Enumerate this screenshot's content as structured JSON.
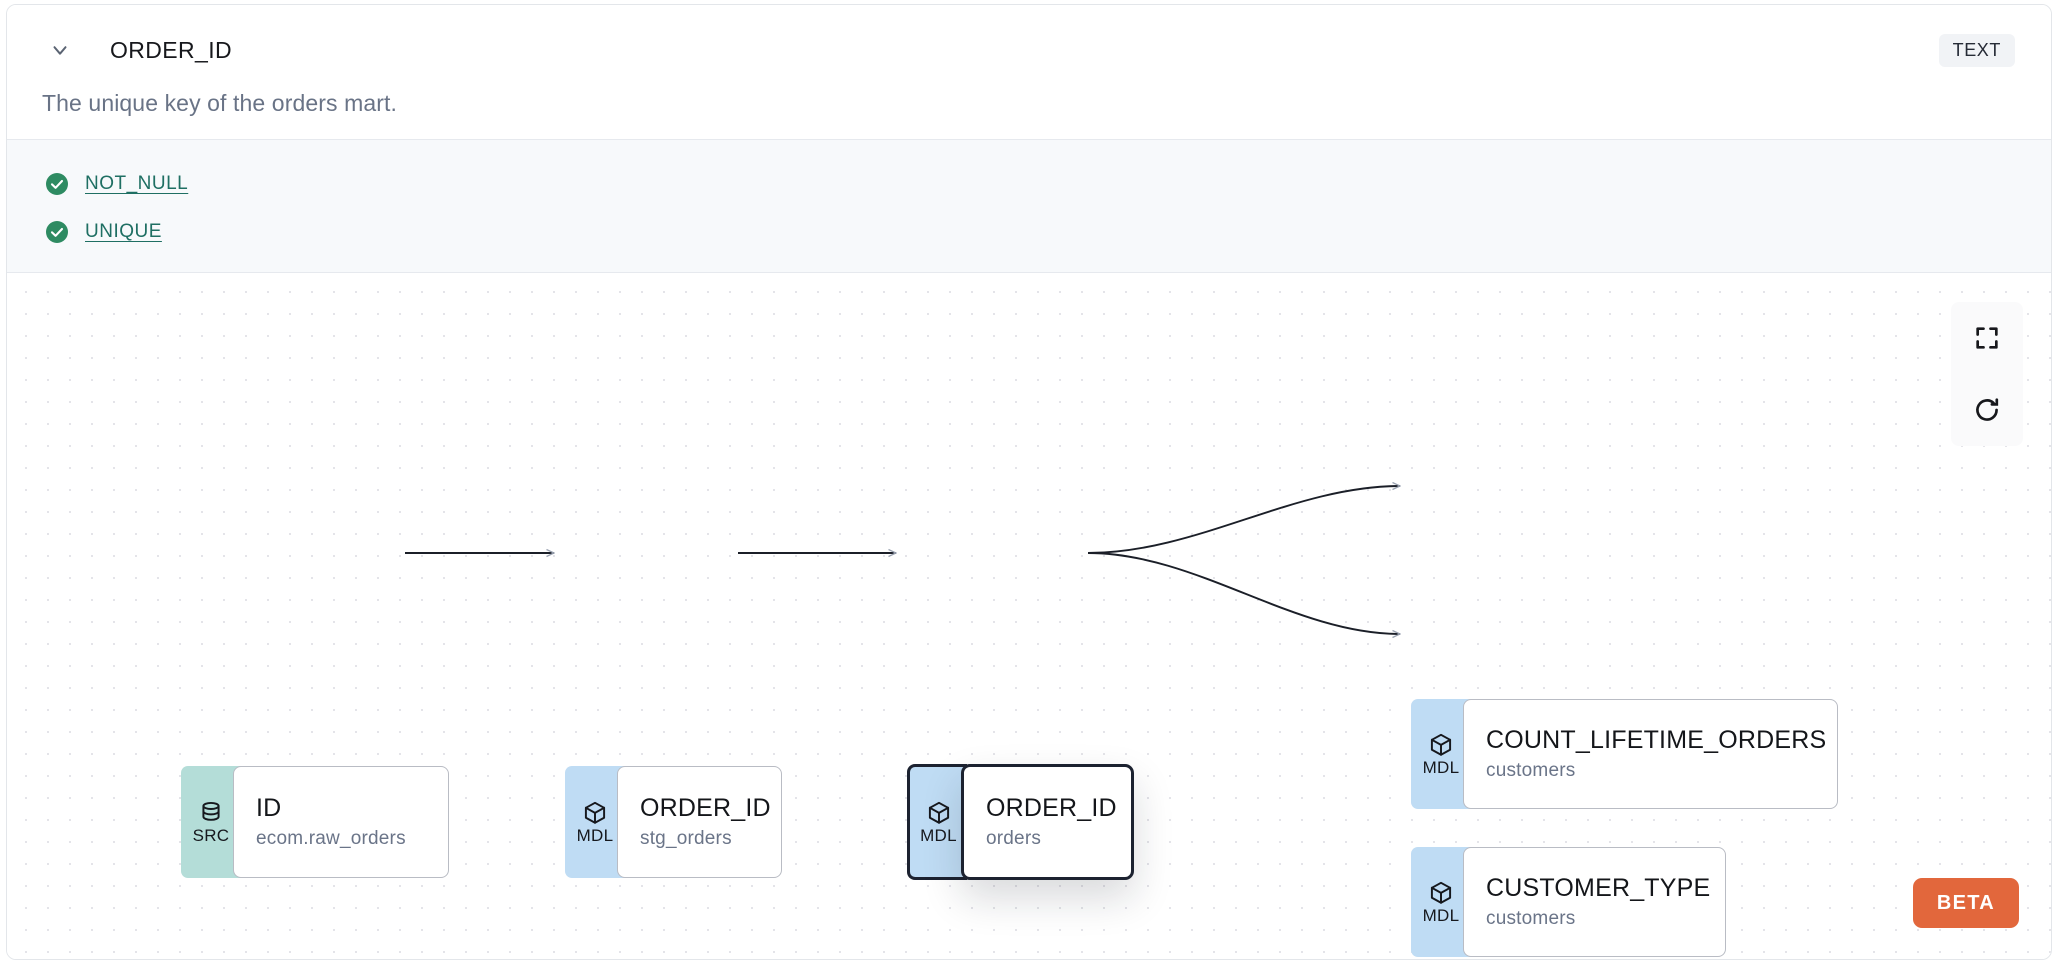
{
  "header": {
    "title": "ORDER_ID",
    "chevron_icon": "chevron-down-icon",
    "type_badge": "TEXT"
  },
  "description": "The unique key of the orders mart.",
  "tests": [
    {
      "label": "NOT_NULL",
      "status_icon": "check-circle-icon",
      "status_color": "#2e8b62"
    },
    {
      "label": "UNIQUE",
      "status_icon": "check-circle-icon",
      "status_color": "#2e8b62"
    }
  ],
  "lineage": {
    "nodes": [
      {
        "id": "src",
        "tag": "SRC",
        "tag_icon": "database-icon",
        "tag_color": "#b4ddd8",
        "name": "ID",
        "sub": "ecom.raw_orders",
        "selected": false
      },
      {
        "id": "stg",
        "tag": "MDL",
        "tag_icon": "cube-icon",
        "tag_color": "#bfdcf4",
        "name": "ORDER_ID",
        "sub": "stg_orders",
        "selected": false
      },
      {
        "id": "orders",
        "tag": "MDL",
        "tag_icon": "cube-icon",
        "tag_color": "#bfdcf4",
        "name": "ORDER_ID",
        "sub": "orders",
        "selected": true
      },
      {
        "id": "clo",
        "tag": "MDL",
        "tag_icon": "cube-icon",
        "tag_color": "#bfdcf4",
        "name": "COUNT_LIFETIME_ORDERS",
        "sub": "customers",
        "selected": false
      },
      {
        "id": "ct",
        "tag": "MDL",
        "tag_icon": "cube-icon",
        "tag_color": "#bfdcf4",
        "name": "CUSTOMER_TYPE",
        "sub": "customers",
        "selected": false
      }
    ],
    "edges": [
      {
        "from": "src",
        "to": "stg"
      },
      {
        "from": "stg",
        "to": "orders"
      },
      {
        "from": "orders",
        "to": "clo"
      },
      {
        "from": "orders",
        "to": "ct"
      }
    ],
    "controls": [
      {
        "name": "fit-view-button",
        "icon": "fullscreen-icon"
      },
      {
        "name": "refresh-button",
        "icon": "refresh-icon"
      }
    ],
    "beta_label": "BETA",
    "beta_color": "#e2673c"
  }
}
